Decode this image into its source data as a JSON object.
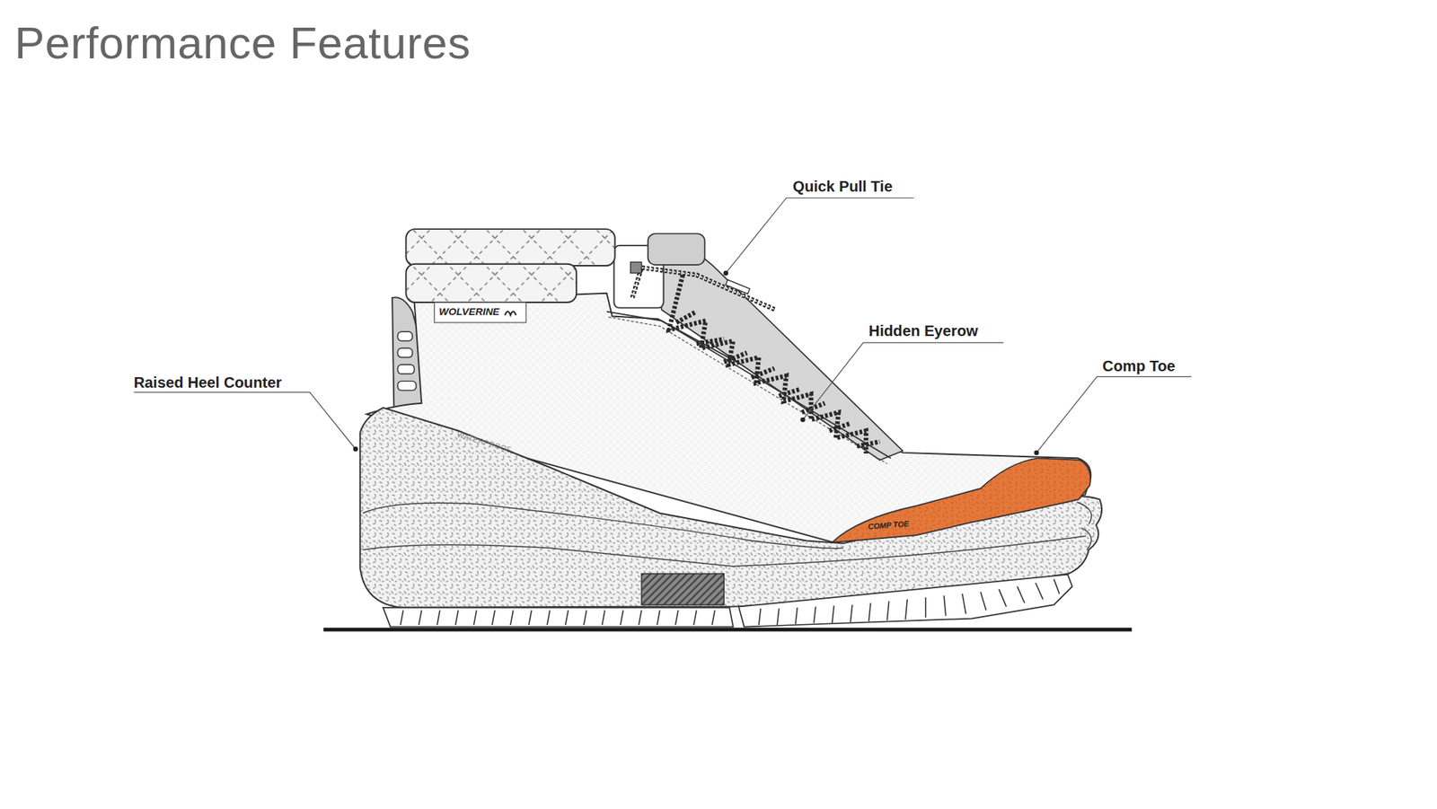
{
  "diagram": {
    "title": "Performance Features",
    "labels": [
      "Quick Pull Tie",
      "Hidden Eyerow",
      "Comp Toe",
      "Raised Heel Counter",
      "WOLVERINE",
      "COMP TOE",
      "WATERPROOF"
    ]
  }
}
